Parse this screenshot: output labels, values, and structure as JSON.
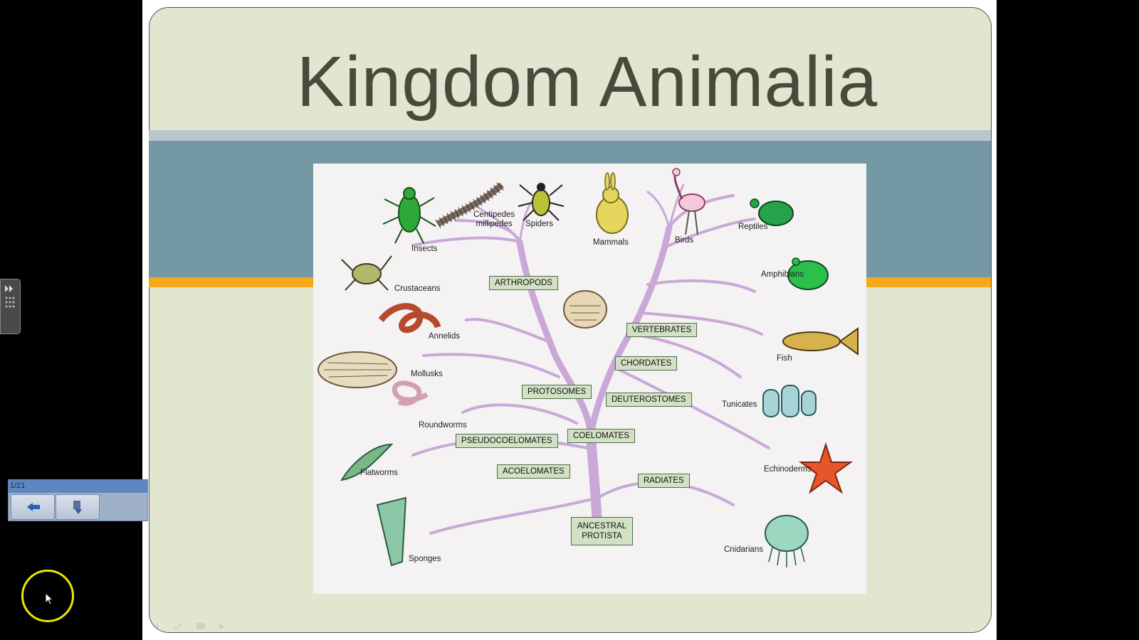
{
  "slide": {
    "title": "Kingdom Animalia"
  },
  "diagram": {
    "groups": {
      "arthropods": "ARTHROPODS",
      "vertebrates": "VERTEBRATES",
      "chordates": "CHORDATES",
      "protosomes": "PROTOSOMES",
      "deuterostomes": "DEUTEROSTOMES",
      "coelomates": "COELOMATES",
      "pseudocoelomates": "PSEUDOCOELOMATES",
      "acoelomates": "ACOELOMATES",
      "radiates": "RADIATES",
      "ancestral_line1": "ANCESTRAL",
      "ancestral_line2": "PROTISTA"
    },
    "animals": {
      "insects": "Insects",
      "centipedes_line1": "Centipedes",
      "centipedes_line2": "millipedes",
      "spiders": "Spiders",
      "mammals": "Mammals",
      "birds": "Birds",
      "reptiles": "Reptiles",
      "crustaceans": "Crustaceans",
      "amphibians": "Amphibians",
      "annelids": "Annelids",
      "fish": "Fish",
      "mollusks": "Mollusks",
      "tunicates": "Tunicates",
      "roundworms": "Roundworms",
      "echinoderms": "Echinoderms",
      "flatworms": "Flatworms",
      "sponges": "Sponges",
      "cnidarians": "Cnidarians"
    }
  },
  "player": {
    "page_counter": "1/21",
    "prev_icon": "back-arrow-icon",
    "menu_icon": "menu-down-icon"
  },
  "colors": {
    "band_main": "#7599a4",
    "band_accent": "#f6a71a",
    "slide_bg": "#e0e6d0",
    "tree_branch": "#c9a8d8"
  }
}
